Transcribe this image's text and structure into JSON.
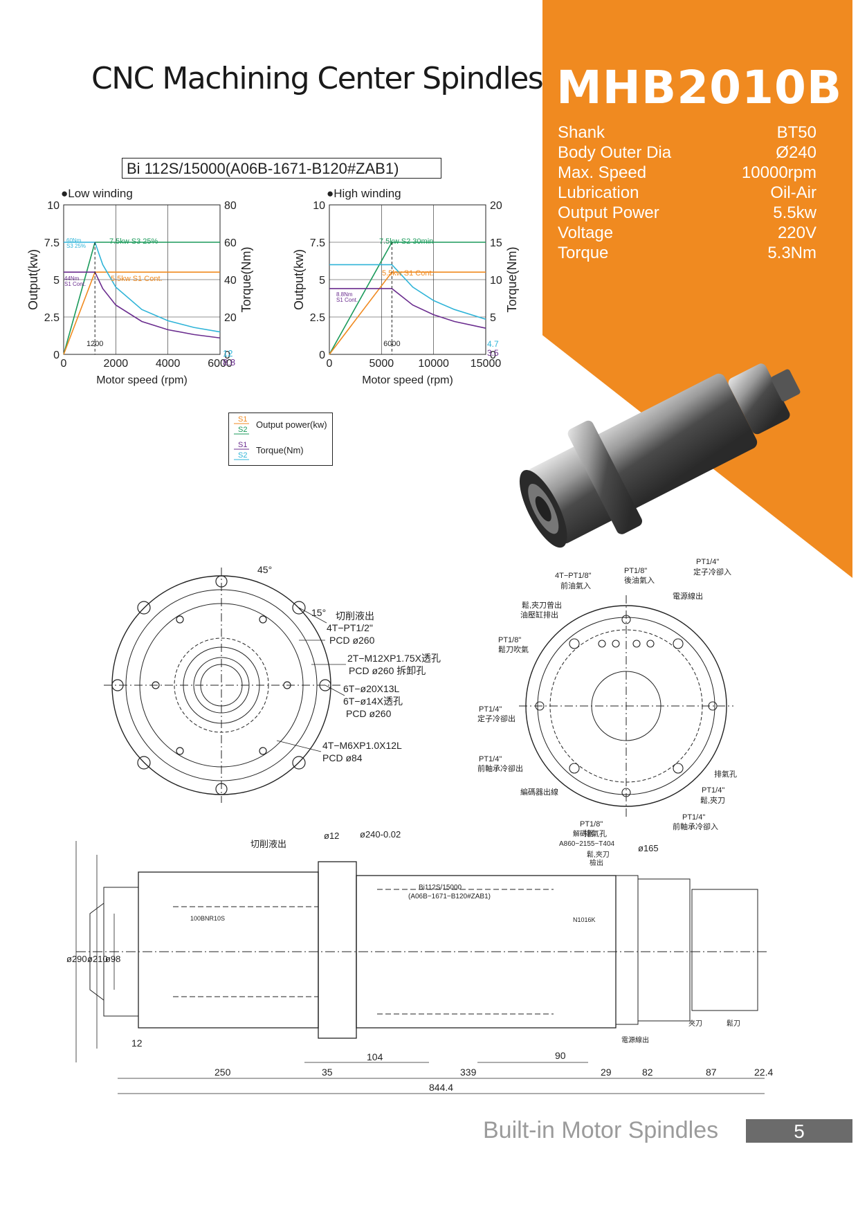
{
  "header": {
    "title": "CNC Machining Center Spindles",
    "model": "MHB2010B"
  },
  "specs": [
    {
      "label": "Shank",
      "value": "BT50"
    },
    {
      "label": "Body Outer Dia",
      "value": "Ø240"
    },
    {
      "label": "Max. Speed",
      "value": "10000rpm"
    },
    {
      "label": "Lubrication",
      "value": "Oil-Air"
    },
    {
      "label": "Output Power",
      "value": "5.5kw"
    },
    {
      "label": "Voltage",
      "value": "220V"
    },
    {
      "label": "Torque",
      "value": "5.3Nm"
    }
  ],
  "chart_caption": "Bi 112S/15000(A06B-1671-B120#ZAB1)",
  "charts": {
    "xlabel": "Motor speed (rpm)",
    "ylabel_left": "Output(kw)",
    "ylabel_right": "Torque(Nm)",
    "legend": {
      "s1": "S1",
      "s2": "S2",
      "output": "Output power(kw)",
      "torque": "Torque(Nm)"
    }
  },
  "chart_data": [
    {
      "type": "line",
      "title": "●Low winding",
      "xlabel": "Motor speed (rpm)",
      "ylabel": "Output(kw)",
      "ylabel_right": "Torque(Nm)",
      "xlim": [
        0,
        6000
      ],
      "ylim": [
        0,
        10
      ],
      "ylim_right": [
        0,
        80
      ],
      "x_ticks": [
        "0",
        "2000",
        "4000",
        "6000"
      ],
      "y_ticks": [
        "0",
        "2.5",
        "5",
        "7.5",
        "10"
      ],
      "y_right_ticks": [
        "0",
        "20",
        "40",
        "60",
        "80"
      ],
      "marker_label": "1200",
      "annotations": [
        "7.5kw S3 25%",
        "5.5kw S1 Cont.",
        "60Nm",
        "S3 25%",
        "44Nm",
        "S1 Cont.",
        "12",
        "8.8"
      ],
      "series": [
        {
          "axis": "left",
          "color": "#1a9a5a",
          "x": [
            0,
            1200,
            6000
          ],
          "y": [
            0,
            7.5,
            7.5
          ]
        },
        {
          "axis": "left",
          "color": "#f08a20",
          "x": [
            0,
            1200,
            6000
          ],
          "y": [
            0,
            5.5,
            5.5
          ]
        },
        {
          "axis": "right",
          "color": "#2fb4d8",
          "x": [
            0,
            1200,
            1500,
            2000,
            3000,
            4000,
            5000,
            6000
          ],
          "y": [
            60,
            60,
            48,
            36,
            24,
            18,
            14.4,
            12
          ]
        },
        {
          "axis": "right",
          "color": "#6a2c8e",
          "x": [
            0,
            1200,
            1500,
            2000,
            3000,
            4000,
            5000,
            6000
          ],
          "y": [
            44,
            44,
            35.2,
            26.4,
            17.6,
            13.2,
            10.6,
            8.8
          ]
        }
      ]
    },
    {
      "type": "line",
      "title": "●High winding",
      "xlabel": "Motor speed (rpm)",
      "ylabel": "Output(kw)",
      "ylabel_right": "Torque(Nm)",
      "xlim": [
        0,
        15000
      ],
      "ylim": [
        0,
        10
      ],
      "ylim_right": [
        0,
        20
      ],
      "x_ticks": [
        "0",
        "5000",
        "10000",
        "15000"
      ],
      "y_ticks": [
        "0",
        "2.5",
        "5",
        "7.5",
        "10"
      ],
      "y_right_ticks": [
        "0",
        "5",
        "10",
        "15",
        "20"
      ],
      "marker_label": "6000",
      "annotations": [
        "7.5kw S2 30min",
        "5.5kw S1 Cont.",
        "8.8Nm",
        "S1 Cont.",
        "4.7",
        "3.5"
      ],
      "series": [
        {
          "axis": "left",
          "color": "#1a9a5a",
          "x": [
            0,
            6000,
            15000
          ],
          "y": [
            0,
            7.5,
            7.5
          ]
        },
        {
          "axis": "left",
          "color": "#f08a20",
          "x": [
            0,
            6000,
            15000
          ],
          "y": [
            0,
            5.5,
            5.5
          ]
        },
        {
          "axis": "right",
          "color": "#2fb4d8",
          "x": [
            0,
            6000,
            8000,
            10000,
            12000,
            15000
          ],
          "y": [
            12,
            12,
            9,
            7.2,
            6,
            4.7
          ]
        },
        {
          "axis": "right",
          "color": "#6a2c8e",
          "x": [
            0,
            6000,
            8000,
            10000,
            12000,
            15000
          ],
          "y": [
            8.8,
            8.8,
            6.6,
            5.3,
            4.4,
            3.5
          ]
        }
      ]
    }
  ],
  "drawing": {
    "front_notes": [
      "切削液出",
      "4T−PT1/2\"",
      "PCD ø260",
      "2T−M12XP1.75X透孔",
      "PCD ø260 拆卸孔",
      "6T−ø20X13L",
      "6T−ø14X透孔",
      "PCD ø260",
      "4T−M6XP1.0X12L",
      "PCD ø84",
      "45°",
      "15°"
    ],
    "rear_notes": [
      "4T−PT1/8\"",
      "前油氣入",
      "PT1/8\"",
      "後油氣入",
      "PT1/4\"",
      "定子冷卻入",
      "電源線出",
      "鬆,夾刀曾出",
      "油壓缸排出",
      "PT1/8\"",
      "鬆刀吹氣",
      "PT1/4\"",
      "定子冷卻出",
      "PT1/4\"",
      "前軸承冷卻出",
      "編碼器出線",
      "排氣孔",
      "PT1/4\"",
      "鬆,夾刀",
      "PT1/4\"",
      "前軸承冷卻入",
      "PT1/8\"",
      "排氣孔"
    ],
    "side_notes": [
      "ø240-0.02",
      "ø12",
      "切削液出",
      "解碼器",
      "A860−2155−T404",
      "鬆,夾刀",
      "檢出",
      "ø165",
      "Bi112S/15000",
      "(A06B−1671−B120#ZAB1)",
      "100BNR10S",
      "N1016K",
      "電源線出",
      "夾刀",
      "鬆刀",
      "ø290",
      "ø210",
      "ø98"
    ],
    "dimensions": [
      "12",
      "104",
      "90",
      "250",
      "35",
      "339",
      "29",
      "82",
      "87",
      "22.4",
      "844.4"
    ]
  },
  "footer": {
    "text": "Built-in Motor Spindles",
    "page": "5"
  }
}
